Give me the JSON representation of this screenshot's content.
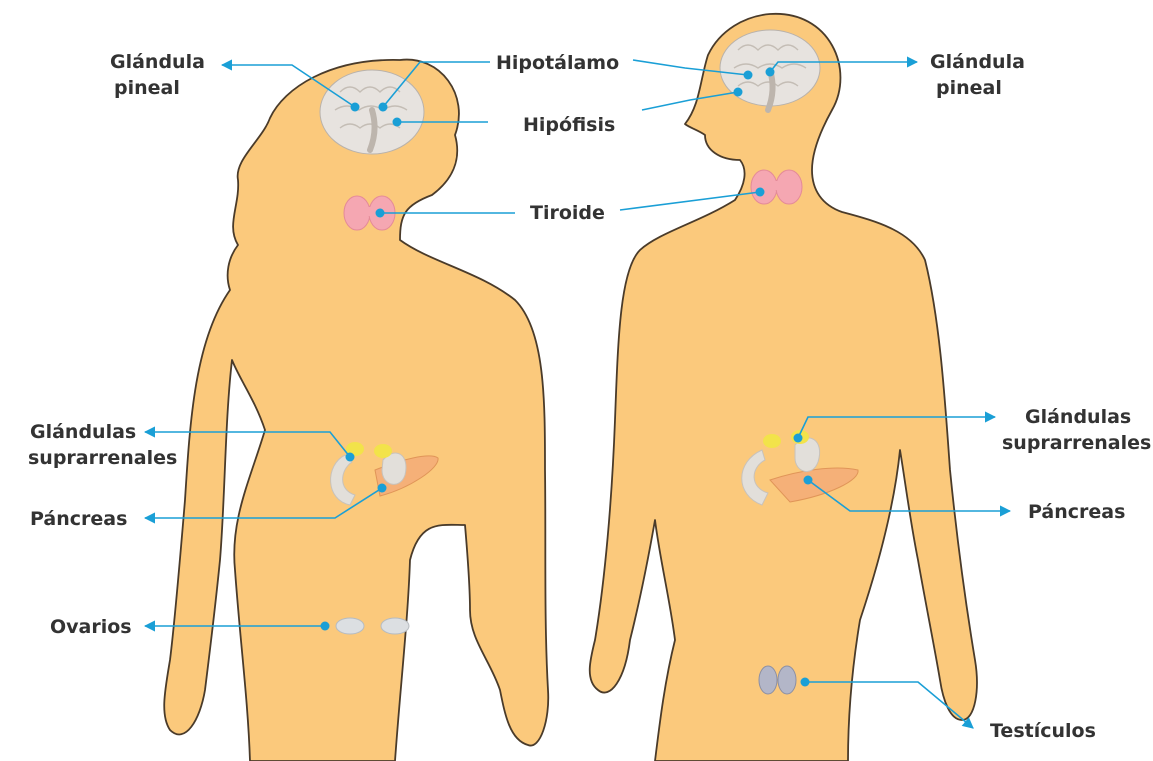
{
  "labels": {
    "female_pineal": [
      "Glándula",
      "pineal"
    ],
    "hypothalamus": "Hipotálamo",
    "hypophysis": "Hipófisis",
    "thyroid": "Tiroide",
    "male_pineal": [
      "Glándula",
      "pineal"
    ],
    "female_adrenals": [
      "Glándulas",
      "suprarrenales"
    ],
    "female_pancreas": "Páncreas",
    "ovaries": "Ovarios",
    "male_adrenals": [
      "Glándulas",
      "suprarrenales"
    ],
    "male_pancreas": "Páncreas",
    "testicles": "Testículos"
  },
  "colors": {
    "skin": "#fbc97c",
    "outline": "#4a3b2a",
    "leader": "#1a9fd6",
    "text": "#333333",
    "brain": "#e7e3df",
    "thyroid": "#f5a7b2",
    "adrenal": "#f2e34a",
    "pancreas": "#f5b078",
    "gonad": "#b3b6c8"
  }
}
